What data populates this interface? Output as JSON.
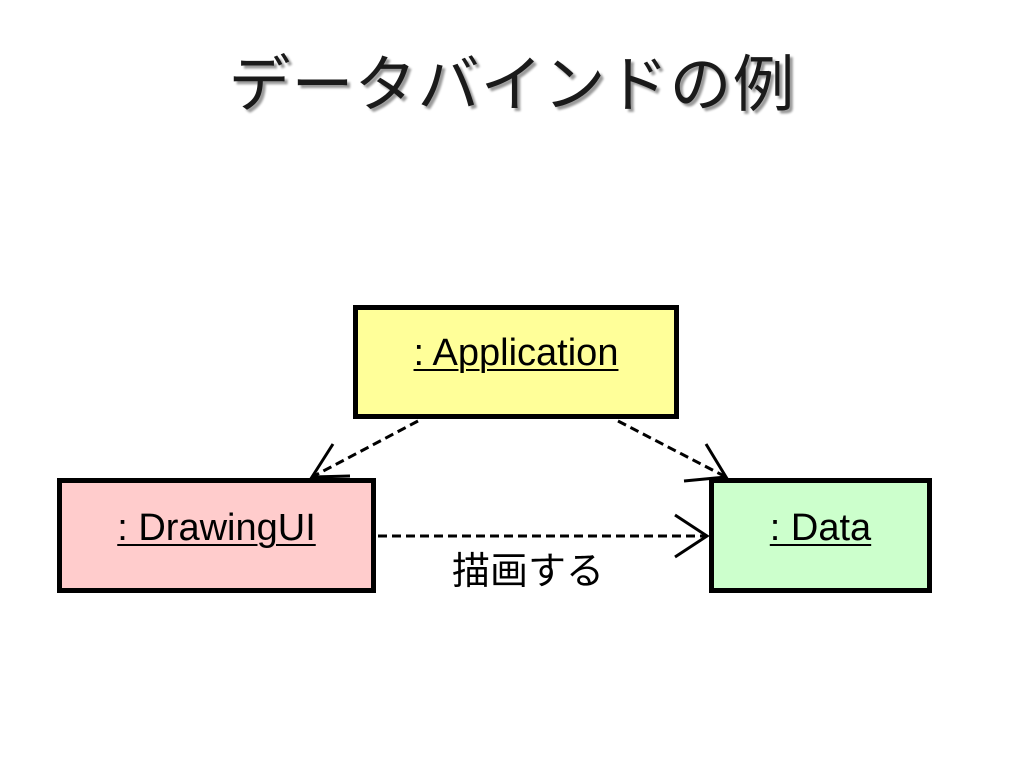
{
  "title": "データバインドの例",
  "nodes": {
    "application": {
      "label": ": Application",
      "fill": "#ffff99"
    },
    "drawing_ui": {
      "label": ": DrawingUI",
      "fill": "#ffcccc"
    },
    "data": {
      "label": ": Data",
      "fill": "#ccffcc"
    }
  },
  "edges": [
    {
      "from": "application",
      "to": "drawing_ui",
      "style": "dashed-open-arrow",
      "label": ""
    },
    {
      "from": "application",
      "to": "data",
      "style": "dashed-open-arrow",
      "label": ""
    },
    {
      "from": "drawing_ui",
      "to": "data",
      "style": "dashed-open-arrow",
      "label": "描画する"
    }
  ]
}
